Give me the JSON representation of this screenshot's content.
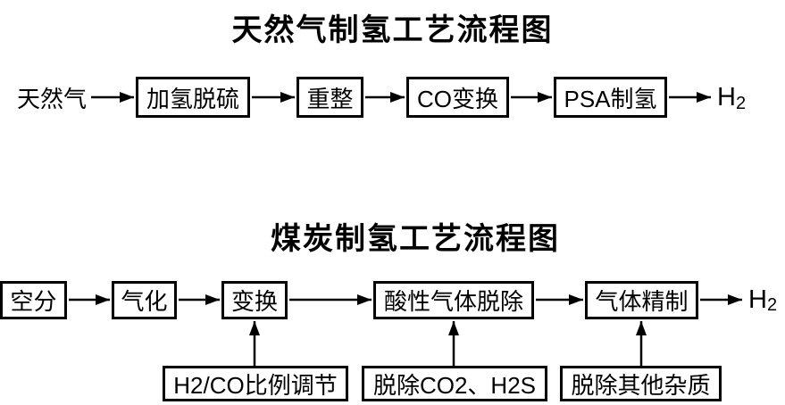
{
  "page": {
    "background_color": "#ffffff",
    "ink_color": "#000000"
  },
  "diagram1": {
    "title": "天然气制氢工艺流程图",
    "source_label": "天然气",
    "steps": [
      "加氢脱硫",
      "重整",
      "CO变换",
      "PSA制氢"
    ],
    "product": {
      "symbol": "H",
      "subscript": "2"
    }
  },
  "diagram2": {
    "title": "煤炭制氢工艺流程图",
    "steps": [
      "空分",
      "气化",
      "变换",
      "酸性气体脱除",
      "气体精制"
    ],
    "auxiliary_steps": [
      "H2/CO比例调节",
      "脱除CO2、H2S",
      "脱除其他杂质"
    ],
    "product": {
      "symbol": "H",
      "subscript": "2"
    }
  }
}
